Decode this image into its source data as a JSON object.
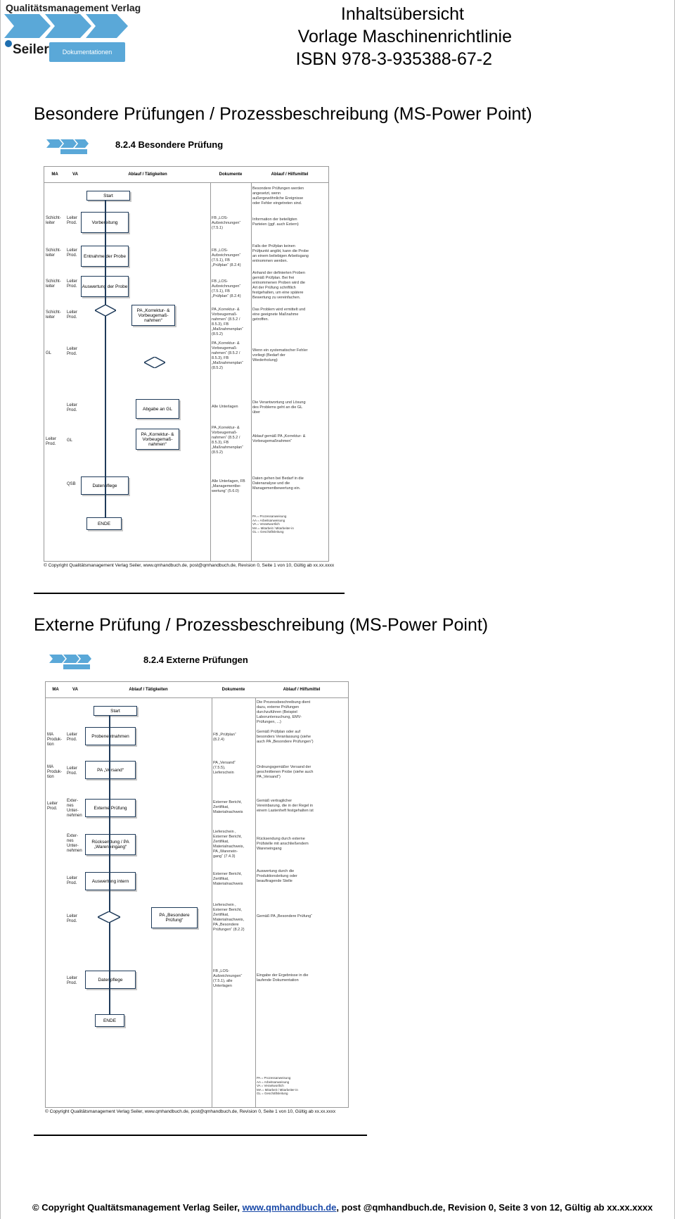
{
  "logo": {
    "title": "Qualitätsmanagement Verlag",
    "brand": "Seiler",
    "badge": "Dokumentationen"
  },
  "header": {
    "line1": "Inhaltsübersicht",
    "line2": "Vorlage Maschinenrichtlinie",
    "line3": "ISBN 978-3-935388-67-2"
  },
  "section1": {
    "heading": "Besondere Prüfungen / Prozessbeschreibung (MS-Power Point)",
    "thumb_title": "8.2.4 Besondere Prüfung",
    "columns": [
      "MA",
      "VA",
      "Ablauf / Tätigkeiten",
      "Dokumente",
      "Ablauf / Hilfsmittel"
    ],
    "boxes": [
      "Start",
      "Vorbereitung",
      "Entnahme der Probe",
      "Auswertung der Probe",
      "PA „Korrektur- & Vorbeugemaß-nahmen“",
      "Abgabe an GL",
      "PA „Korrektur- & Vorbeugemaß-nahmen“",
      "Datenpflege",
      "ENDE"
    ],
    "copyright": "© Copyright Qualitätsmanagement Verlag Seiler, www.qmhandbuch.de, post@qmhandbuch.de, Revision 0, Seite 1 von 10, Gültig ab xx.xx.xxxx"
  },
  "section2": {
    "heading": "Externe Prüfung / Prozessbeschreibung (MS-Power Point)",
    "thumb_title": "8.2.4 Externe Prüfungen",
    "columns": [
      "MA",
      "VA",
      "Ablauf / Tätigkeiten",
      "Dokumente",
      "Ablauf / Hilfsmittel"
    ],
    "boxes": [
      "Start",
      "Probenentnahmen",
      "PA „Versand“",
      "Externe Prüfung",
      "Rücksendung / PA „Wareneingang“",
      "Auswertung intern",
      "PA „Besondere Prüfung“",
      "Datenpflege",
      "ENDE"
    ],
    "copyright": "© Copyright Qualitätsmanagement Verlag Seiler, www.qmhandbuch.de, post@qmhandbuch.de, Revision 0, Seite 1 von 10, Gültig ab xx.xx.xxxx"
  },
  "footer": {
    "prefix": "© Copyright Qualtätsmanagement Verlag Seiler, ",
    "link": "www.qmhandbuch.de",
    "suffix": ", post @qmhandbuch.de, Revision 0,  Seite 3 von 12, Gültig ab xx.xx.xxxx"
  },
  "colors": {
    "chevron": "#5aa8d8",
    "box_border": "#1f3b5a",
    "link": "#1a4aa8"
  }
}
